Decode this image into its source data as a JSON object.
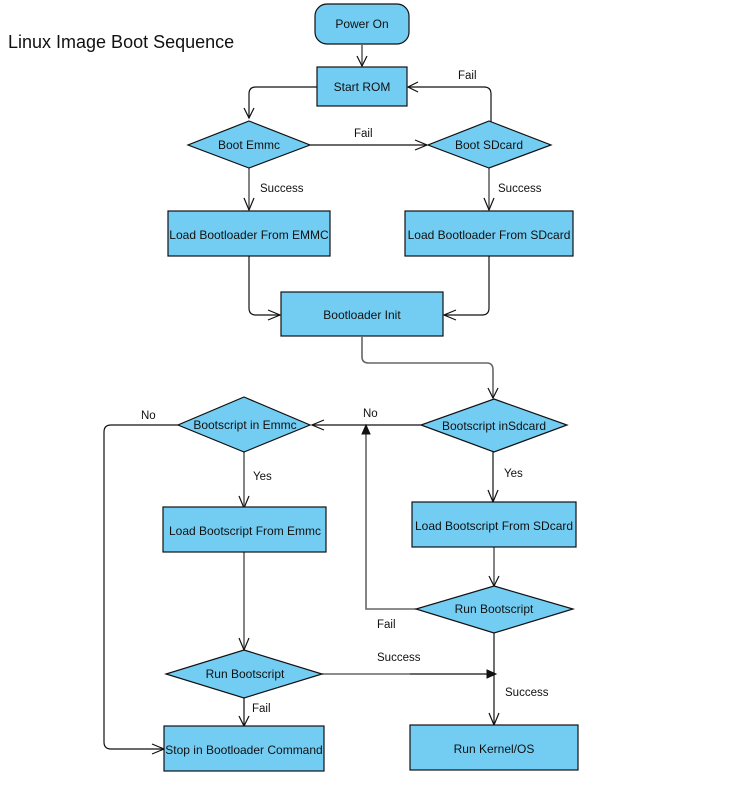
{
  "title": "Linux Image Boot Sequence",
  "colors": {
    "node_fill": "#73cdf3",
    "stroke": "#111111",
    "background": "#ffffff"
  },
  "nodes": {
    "power_on": "Power On",
    "start_rom": "Start ROM",
    "boot_emmc": "Boot Emmc",
    "boot_sdcard": "Boot SDcard",
    "load_bl_emmc": "Load Bootloader From EMMC",
    "load_bl_sdcard": "Load Bootloader From SDcard",
    "bootloader_init": "Bootloader Init",
    "bootscript_in_emmc": "Bootscript in Emmc",
    "bootscript_in_sdcard": "Bootscript inSdcard",
    "load_bs_emmc": "Load Bootscript From Emmc",
    "load_bs_sdcard": "Load Bootscript From SDcard",
    "run_bs_emmc": "Run Bootscript",
    "run_bs_sdcard": "Run Bootscript",
    "stop_bl_cmd": "Stop in Bootloader Command",
    "run_kernel": "Run Kernel/OS"
  },
  "edge_labels": {
    "sdcard_fail": "Fail",
    "emmc_fail": "Fail",
    "emmc_success": "Success",
    "sdcard_success": "Success",
    "bs_emmc_no": "No",
    "bs_sdcard_no": "No",
    "bs_emmc_yes": "Yes",
    "bs_sdcard_yes": "Yes",
    "run_sd_fail": "Fail",
    "run_emmc_success": "Success",
    "run_sd_success": "Success",
    "run_emmc_fail": "Fail"
  }
}
